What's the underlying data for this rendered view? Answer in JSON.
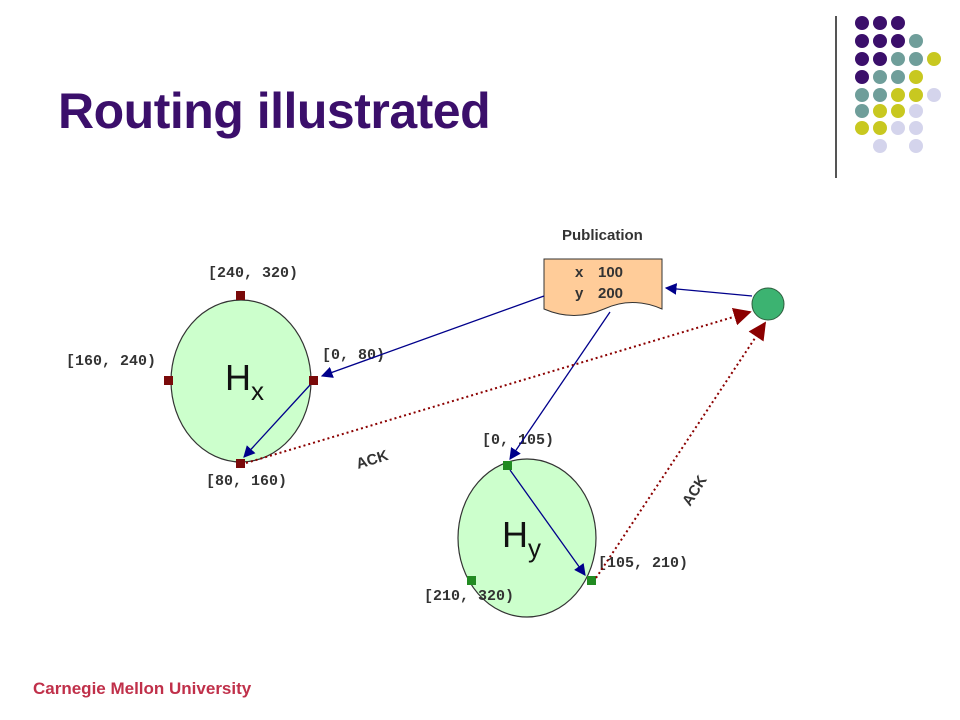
{
  "title": "Routing illustrated",
  "footer": "Carnegie Mellon University",
  "colors": {
    "title": "#3b0f6b",
    "purple": "#3b0f6b",
    "teal": "#6f9e9a",
    "olive": "#c8c820",
    "lavender": "#d4d4ec",
    "node_fill": "#ccffcc",
    "node_port_red": "#7a0a0a",
    "node_port_green": "#228b22",
    "publisher": "#3cb371",
    "arrow_blue": "#00008b",
    "ack_red": "#8b0000",
    "publication_fill": "#ffcc99",
    "footer": "#c0304a"
  },
  "publication": {
    "heading": "Publication",
    "rows": [
      {
        "attr": "x",
        "value": "100"
      },
      {
        "attr": "y",
        "value": "200"
      }
    ]
  },
  "node_x": {
    "label": "H",
    "subscript": "x",
    "ranges": {
      "top": "[240, 320)",
      "left": "[160, 240)",
      "right": "[0, 80)",
      "bottom": "[80, 160)"
    }
  },
  "node_y": {
    "label": "H",
    "subscript": "y",
    "ranges": {
      "top": "[0, 105)",
      "right": "[105, 210)",
      "left": "[210, 320)"
    }
  },
  "ack_labels": [
    "ACK",
    "ACK"
  ]
}
